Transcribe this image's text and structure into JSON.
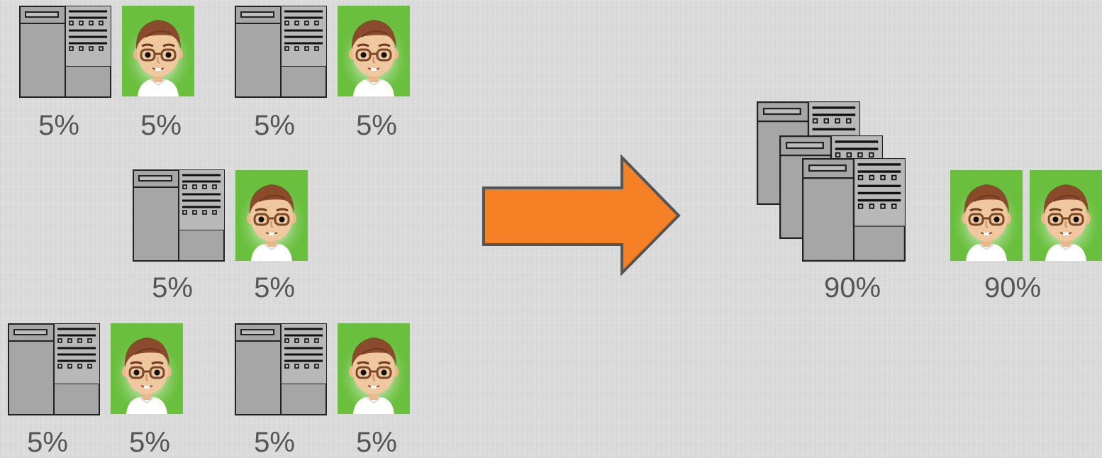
{
  "colors": {
    "arrow_fill": "#f58025",
    "arrow_stroke": "#555555",
    "avatar_bg": "#6abf3f",
    "server_fill": "#a6a6a6",
    "label_text": "#555555"
  },
  "left_groups": [
    {
      "server_label": "5%",
      "person_label": "5%"
    },
    {
      "server_label": "5%",
      "person_label": "5%"
    },
    {
      "server_label": "5%",
      "person_label": "5%"
    },
    {
      "server_label": "5%",
      "person_label": "5%"
    },
    {
      "server_label": "5%",
      "person_label": "5%"
    }
  ],
  "right_group": {
    "server_label": "90%",
    "person_label": "90%"
  },
  "icons": {
    "server": "server-icon",
    "person": "person-avatar-icon",
    "arrow": "arrow-right-icon"
  }
}
